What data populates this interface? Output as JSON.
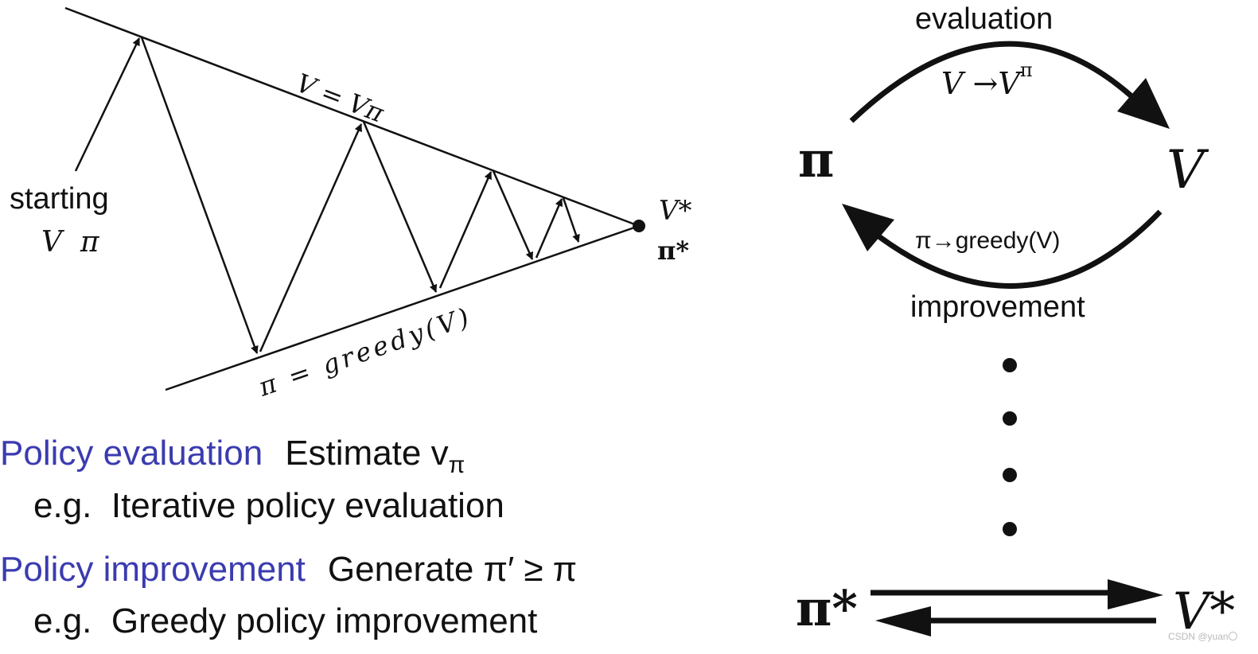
{
  "left_diagram": {
    "value_line_label": "V = Vπ",
    "policy_line_label": "π = greedy(V)",
    "start_label_line1": "starting",
    "start_label_line2": "V  π",
    "converge_label_v": "V*",
    "converge_label_pi": "π*"
  },
  "right_diagram": {
    "evaluation_label": "evaluation",
    "evaluation_formula": "V →V",
    "evaluation_superscript": "π",
    "pi_node": "π",
    "v_node": "V",
    "improvement_formula": "π→greedy(V)",
    "improvement_label": "improvement",
    "pi_star_node": "π*",
    "v_star_node": "V*"
  },
  "bottom_text": {
    "policy_evaluation_term": "Policy evaluation",
    "policy_evaluation_desc": "Estimate v",
    "policy_evaluation_sub": "π",
    "policy_evaluation_example": "e.g.  Iterative policy evaluation",
    "policy_improvement_term": "Policy improvement",
    "policy_improvement_desc": "Generate π′ ≥ π",
    "policy_improvement_example": "e.g.  Greedy policy improvement"
  },
  "watermark": "CSDN @yuan〇",
  "colors": {
    "ink": "#111111",
    "term_blue": "#3b3bb0"
  }
}
